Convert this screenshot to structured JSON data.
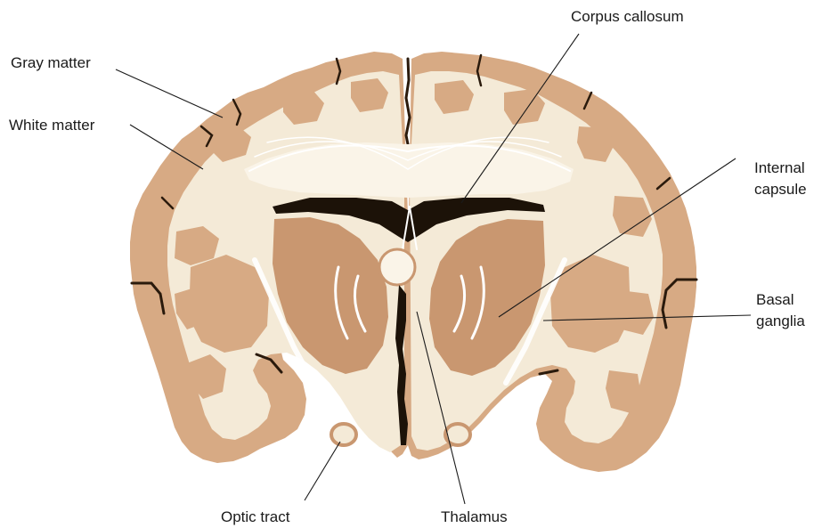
{
  "labels": {
    "gray_matter": "Gray matter",
    "white_matter": "White matter",
    "corpus_callosum": "Corpus callosum",
    "internal_capsule_line1": "Internal",
    "internal_capsule_line2": "capsule",
    "basal_ganglia_line1": "Basal",
    "basal_ganglia_line2": "ganglia",
    "optic_tract": "Optic tract",
    "thalamus": "Thalamus"
  },
  "colors": {
    "gray_matter": "#d7aa84",
    "white_matter": "#f4ead7",
    "ventricle": "#1c1208",
    "leader_lines": "#1a1a1a"
  }
}
